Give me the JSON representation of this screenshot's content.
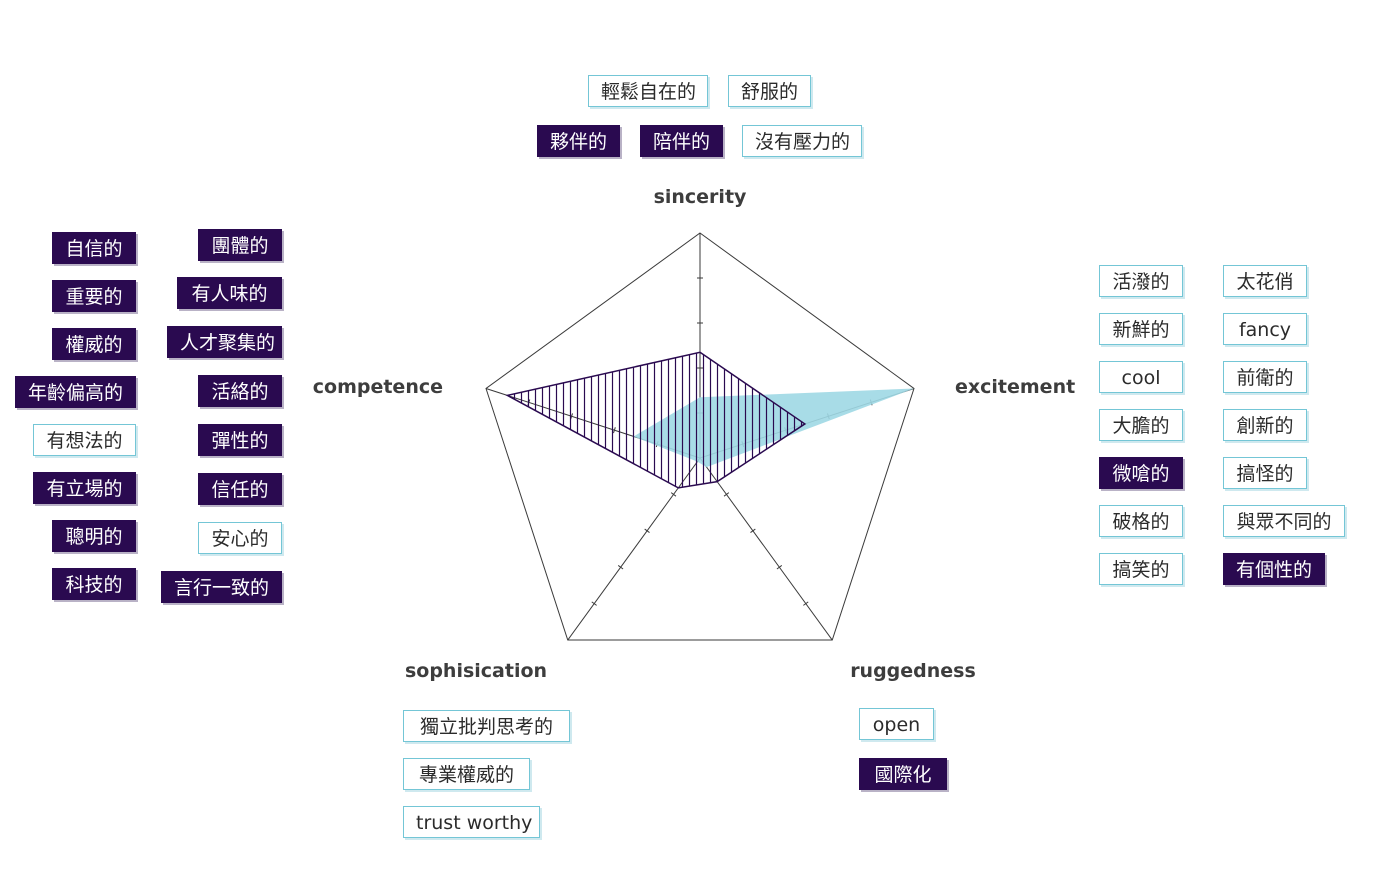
{
  "chart_data": {
    "type": "radar",
    "axes": [
      "sincerity",
      "excitement",
      "ruggedness",
      "sophisication",
      "competence"
    ],
    "range": [
      0,
      5
    ],
    "ticks": 5,
    "series": [
      {
        "values": [
          2.35,
          2.45,
          0.65,
          0.82,
          4.5
        ],
        "color": "#2a0a50",
        "fill": "vertical-hatch"
      },
      {
        "values": [
          1.35,
          5.0,
          0.25,
          0.1,
          1.55
        ],
        "color": "#9fd8e4",
        "fill": "solid"
      }
    ]
  },
  "tags": {
    "sincerity": [
      {
        "label": "輕鬆自在的",
        "filled": false
      },
      {
        "label": "舒服的",
        "filled": false
      },
      {
        "label": "夥伴的",
        "filled": true
      },
      {
        "label": "陪伴的",
        "filled": true
      },
      {
        "label": "沒有壓力的",
        "filled": false
      }
    ],
    "competence": [
      {
        "label": "自信的",
        "filled": true
      },
      {
        "label": "重要的",
        "filled": true
      },
      {
        "label": "權威的",
        "filled": true
      },
      {
        "label": "年齡偏高的",
        "filled": true
      },
      {
        "label": "有想法的",
        "filled": false
      },
      {
        "label": "有立場的",
        "filled": true
      },
      {
        "label": "聰明的",
        "filled": true
      },
      {
        "label": "科技的",
        "filled": true
      },
      {
        "label": "團體的",
        "filled": true
      },
      {
        "label": "有人味的",
        "filled": true
      },
      {
        "label": "人才聚集的",
        "filled": true
      },
      {
        "label": "活絡的",
        "filled": true
      },
      {
        "label": "彈性的",
        "filled": true
      },
      {
        "label": "信任的",
        "filled": true
      },
      {
        "label": "安心的",
        "filled": false
      },
      {
        "label": "言行一致的",
        "filled": true
      }
    ],
    "excitement": [
      {
        "label": "活潑的",
        "filled": false
      },
      {
        "label": "新鮮的",
        "filled": false
      },
      {
        "label": "cool",
        "filled": false
      },
      {
        "label": "大膽的",
        "filled": false
      },
      {
        "label": "微嗆的",
        "filled": true
      },
      {
        "label": "破格的",
        "filled": false
      },
      {
        "label": "搞笑的",
        "filled": false
      },
      {
        "label": "太花俏",
        "filled": false
      },
      {
        "label": "fancy",
        "filled": false
      },
      {
        "label": "前衛的",
        "filled": false
      },
      {
        "label": "創新的",
        "filled": false
      },
      {
        "label": "搞怪的",
        "filled": false
      },
      {
        "label": "與眾不同的",
        "filled": false
      },
      {
        "label": "有個性的",
        "filled": true
      }
    ],
    "sophisication": [
      {
        "label": "獨立批判思考的",
        "filled": false
      },
      {
        "label": "專業權威的",
        "filled": false
      },
      {
        "label": "trust worthy",
        "filled": false
      }
    ],
    "ruggedness": [
      {
        "label": "open",
        "filled": false
      },
      {
        "label": "國際化",
        "filled": true
      }
    ]
  }
}
